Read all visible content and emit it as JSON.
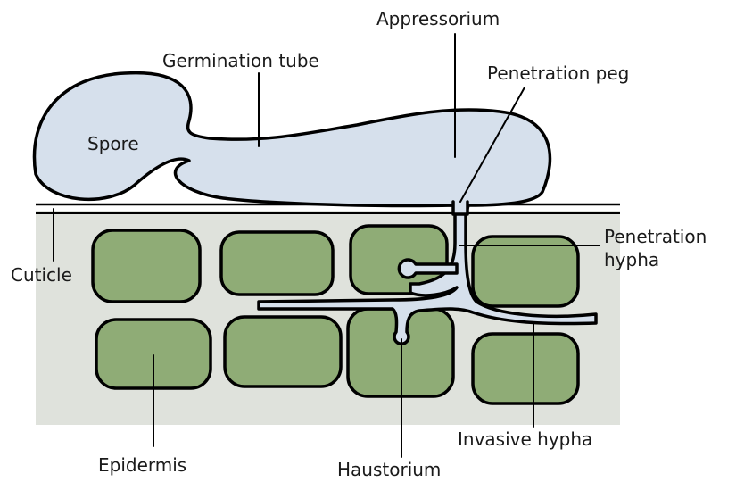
{
  "labels": {
    "appressorium": "Appressorium",
    "germination_tube": "Germination tube",
    "penetration_peg": "Penetration peg",
    "spore": "Spore",
    "penetration_hypha_line1": "Penetration",
    "penetration_hypha_line2": "hypha",
    "cuticle": "Cuticle",
    "invasive_hypha": "Invasive hypha",
    "epidermis": "Epidermis",
    "haustorium": "Haustorium"
  },
  "colors": {
    "tissue": "#dfe2dc",
    "cell": "#8fac76",
    "fungus": "#d6e0ec",
    "outline": "#000000"
  }
}
